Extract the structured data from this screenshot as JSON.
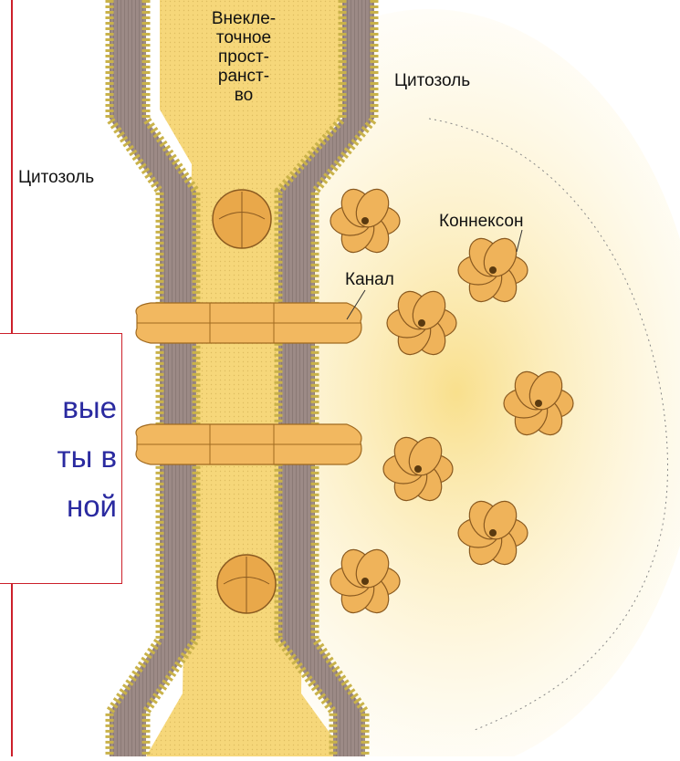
{
  "labels": {
    "extracellular_lines": [
      "Внекле-",
      "точное",
      "прост-",
      "ранст-",
      "во"
    ],
    "cytosol_right": "Цитозоль",
    "cytosol_left": "Цитозоль",
    "connexon": "Коннексон",
    "channel": "Канал"
  },
  "callout": {
    "lines": [
      "вые",
      "ты в",
      "ной"
    ]
  },
  "colors": {
    "accent_border": "#cc1f2a",
    "callout_text": "#2a2aa0",
    "lipid_head": "#d8c060",
    "protein": "#f0b860",
    "extracellular": "#fbe8a0"
  }
}
